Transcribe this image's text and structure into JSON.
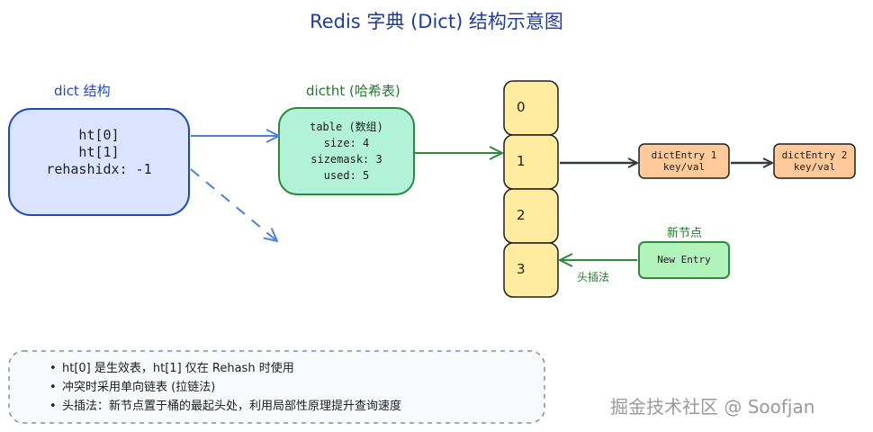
{
  "title": "Redis 字典 (Dict) 结构示意图",
  "dict": {
    "label": "dict 结构",
    "lines": [
      "ht[0]",
      "ht[1]",
      "rehashidx: -1"
    ]
  },
  "dictht": {
    "label": "dictht (哈希表)",
    "lines": [
      "table (数组)",
      "size: 4",
      "sizemask: 3",
      "used: 5"
    ]
  },
  "buckets": [
    "0",
    "1",
    "2",
    "3"
  ],
  "entries": [
    {
      "name": "dictEntry 1",
      "value": "key/val"
    },
    {
      "name": "dictEntry 2",
      "value": "key/val"
    }
  ],
  "new_node": {
    "label": "新节点",
    "entry": "New Entry",
    "arrow_label": "头插法"
  },
  "notes": {
    "bullet": "•",
    "items": [
      "ht[0] 是生效表，ht[1] 仅在 Rehash 时使用",
      "冲突时采用单向链表 (拉链法)",
      "头插法：新节点置于桶的最起头处，利用局部性原理提升查询速度"
    ]
  },
  "watermark": "掘金技术社区 @ Soofjan",
  "colors": {
    "dict_fill": "#dbe4ff",
    "dict_stroke": "#1f49b6",
    "dictht_fill": "#b2f2d9",
    "dictht_stroke": "#2b8a3e",
    "bucket_fill": "#ffeca0",
    "bucket_stroke": "#1e1e1e",
    "entry_fill": "#ffc999",
    "entry_stroke": "#1e1e1e",
    "new_fill": "#b2f2bb",
    "new_stroke": "#2b8a3e",
    "arrow_blue": "#4a7fe0",
    "arrow_green": "#2b8a3e",
    "arrow_dark": "#343a40"
  }
}
